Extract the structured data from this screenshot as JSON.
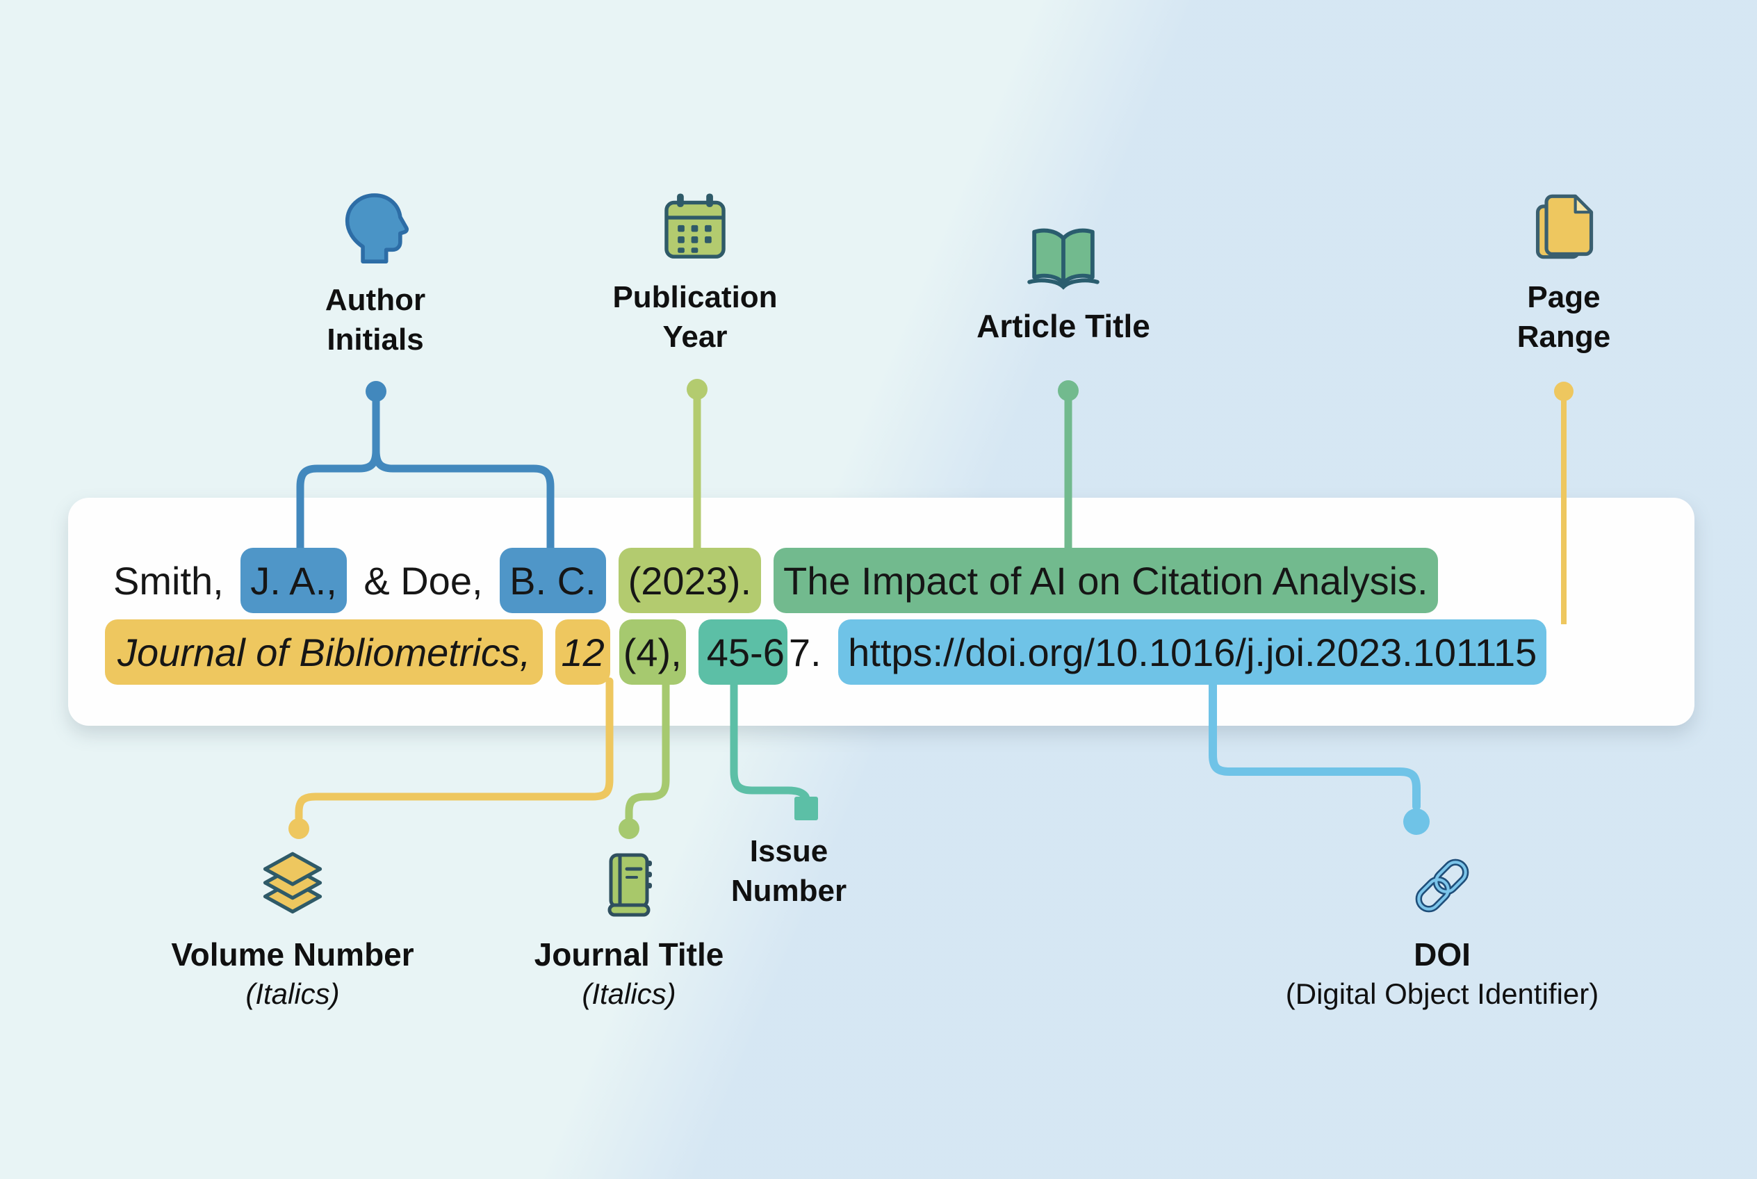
{
  "diagram_title": "APA journal citation anatomy",
  "labels": {
    "author": {
      "title_line1": "Author",
      "title_line2": "Initials",
      "icon": "person-head-icon"
    },
    "publication": {
      "title_line1": "Publication",
      "title_line2": "Year",
      "icon": "calendar-icon"
    },
    "article": {
      "title": "Article Title",
      "icon": "open-book-icon"
    },
    "page": {
      "title_line1": "Page",
      "title_line2": "Range",
      "icon": "pages-icon"
    },
    "volume": {
      "title": "Volume Number",
      "subtitle": "(Italics)",
      "icon": "layers-icon"
    },
    "journal": {
      "title": "Journal Title",
      "subtitle": "(Italics)",
      "icon": "journal-book-icon"
    },
    "issue": {
      "title_line1": "Issue",
      "title_line2": "Number"
    },
    "doi": {
      "title": "DOI",
      "subtitle": "(Digital Object Identifier)",
      "icon": "link-icon"
    }
  },
  "citation": {
    "line1": [
      {
        "text": "Smith, ",
        "highlight": "none"
      },
      {
        "text": "J. A.,",
        "highlight": "blue"
      },
      {
        "text": " & Doe, ",
        "highlight": "none"
      },
      {
        "text": "B. C.",
        "highlight": "blue"
      },
      {
        "text": "(2023).",
        "highlight": "olive"
      },
      {
        "text": "The Impact of AI on Citation Analysis.",
        "highlight": "green"
      }
    ],
    "line2": [
      {
        "text": "Journal of Bibliometrics,",
        "highlight": "yellow-italic"
      },
      {
        "text": "12",
        "highlight": "yellow-italic"
      },
      {
        "text": "(4),",
        "highlight": "lightgreen"
      },
      {
        "text": "45-6",
        "highlight": "teal"
      },
      {
        "text": "7. ",
        "highlight": "none"
      },
      {
        "text": "https://doi.org/10.1016/j.joi.2023.101115",
        "highlight": "skyblue"
      }
    ]
  },
  "colors": {
    "highlight_blue": "#4f96c8",
    "highlight_olive": "#b3cb6f",
    "highlight_green": "#72ba8e",
    "highlight_yellow": "#eec75f",
    "highlight_lightgreen": "#a6c96f",
    "highlight_teal": "#5cbfa6",
    "highlight_skyblue": "#6fc3e7",
    "connector_blue": "#4288bd",
    "icon_outline": "#2f5a68",
    "background_left": "#e8f4f5",
    "background_right": "#d5e6f3",
    "card_background": "#fefefe"
  }
}
